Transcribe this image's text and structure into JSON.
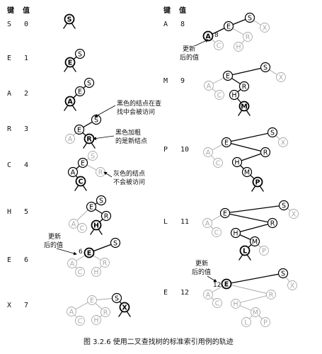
{
  "headers": {
    "key": "键",
    "value": "值"
  },
  "caption": "图 3.2.6   使用二叉查找树的标准索引用例的轨迹",
  "steps": [
    {
      "key": "S",
      "value": "0"
    },
    {
      "key": "E",
      "value": "1"
    },
    {
      "key": "A",
      "value": "2"
    },
    {
      "key": "R",
      "value": "3"
    },
    {
      "key": "C",
      "value": "4"
    },
    {
      "key": "H",
      "value": "5"
    },
    {
      "key": "E",
      "value": "6"
    },
    {
      "key": "X",
      "value": "7"
    },
    {
      "key": "A",
      "value": "8"
    },
    {
      "key": "M",
      "value": "9"
    },
    {
      "key": "P",
      "value": "10"
    },
    {
      "key": "L",
      "value": "11"
    },
    {
      "key": "E",
      "value": "12"
    }
  ],
  "annotations": {
    "black_nodes_line1": "黑色的结点在查",
    "black_nodes_line2": "找中会被访问",
    "bold_line1": "黑色加粗",
    "bold_line2": "的是新结点",
    "gray_line1": "灰色的结点",
    "gray_line2": "不会被访问",
    "updated_line1": "更新",
    "updated_line2": "后的值",
    "updated_value_6": "6",
    "updated_value_8": "8",
    "updated_value_12": "12"
  }
}
